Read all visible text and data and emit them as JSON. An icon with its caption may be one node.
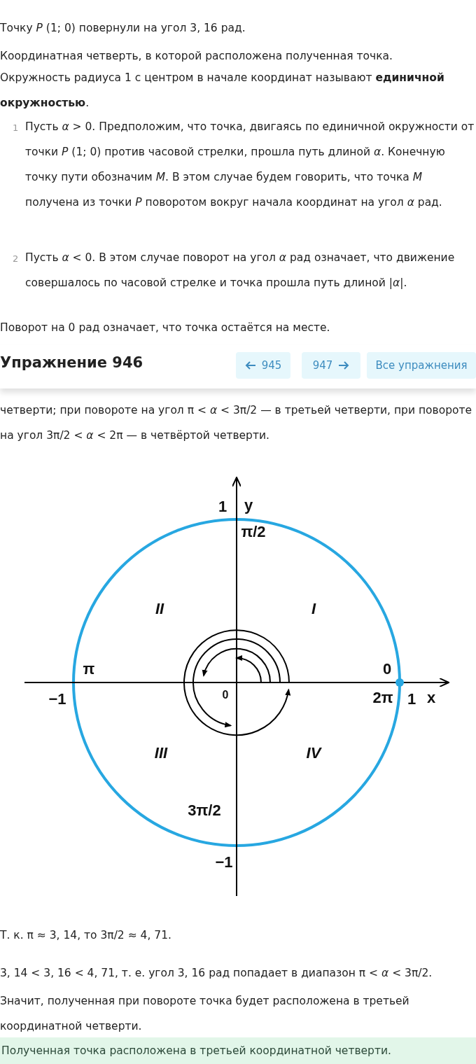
{
  "diagram": {
    "title": "Упражнение 946",
    "labels": [
      "Точку *P* (1; 0) повернули на угол 3, 16 рад.",
      "Координатная четверть, в которой расположена полученная точка.",
      "Окружность радиуса 1 с центром в начале координат называют **единичной окружностью**.",
      "1",
      "Пусть *α* > 0. Предположим, что точка, двигаясь по единичной окружности от точки *P* (1; 0) против часовой стрелки, прошла путь длиной *α*. Конечную точку пути обозначим *M*. В этом случае будем говорить, что точка *M* получена из точки *P* поворотом вокруг начала координат на угол *α* рад.",
      "2",
      "Пусть *α* < 0. В этом случае поворот на угол *α* рад означает, что движение совершалось по часовой стрелке и точка прошла путь длиной |*α*|.",
      "Поворот на 0 рад означает, что точка остаётся на месте.",
      "945",
      "947",
      "Все упражнения",
      "четверти; при повороте на угол π < *α* < 3π/2 — в третьей четверти, при повороте на угол 3π/2 < *α* < 2π — в четвёртой четверти.",
      "1",
      "y",
      "π/2",
      "II",
      "I",
      "π",
      "0",
      "−1",
      "0",
      "2π",
      "1",
      "x",
      "III",
      "IV",
      "3π/2",
      "−1",
      "Т. к. π ≈ 3, 14, то 3π/2 ≈ 4, 71.",
      "3, 14 < 3, 16 < 4, 71, т. е. угол 3, 16 рад попадает в диапазон π < *α* < 3π/2.",
      "Значит, полученная при повороте точка будет расположена в третьей координатной четверти.",
      "Полученная точка расположена в третьей координатной четверти."
    ]
  }
}
